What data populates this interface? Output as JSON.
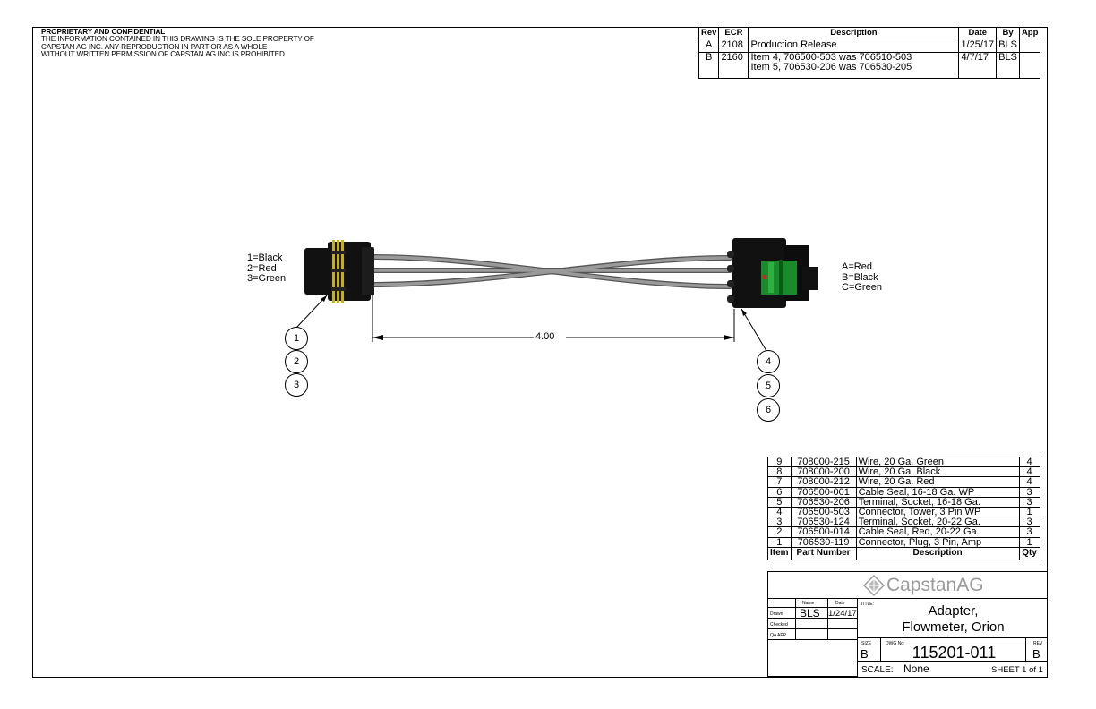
{
  "notice": {
    "heading": "PROPRIETARY AND CONFIDENTIAL",
    "lines": [
      "THE INFORMATION CONTAINED IN THIS DRAWING IS THE SOLE PROPERTY OF",
      "CAPSTAN AG INC. ANY REPRODUCTION IN PART OR AS A WHOLE",
      "WITHOUT WRITTEN PERMISSION OF CAPSTAN AG INC IS PROHIBITED"
    ]
  },
  "revisions": {
    "headers": [
      "Rev",
      "ECR",
      "Description",
      "Date",
      "By",
      "App"
    ],
    "rows": [
      {
        "rev": "A",
        "ecr": "2108",
        "desc1": "Production Release",
        "desc2": "",
        "date": "1/25/17",
        "by": "BLS",
        "app": ""
      },
      {
        "rev": "B",
        "ecr": "2160",
        "desc1": "Item 4, 706500-503 was 706510-503",
        "desc2": "Item 5, 706530-206 was 706530-205",
        "date": "4/7/17",
        "by": "BLS",
        "app": ""
      }
    ]
  },
  "drawing": {
    "left_pins": [
      "1=Black",
      "2=Red",
      "3=Green"
    ],
    "right_pins": [
      "A=Red",
      "B=Black",
      "C=Green"
    ],
    "dimension": "4.00",
    "balloons_left": [
      "1",
      "2",
      "3"
    ],
    "balloons_right": [
      "4",
      "5",
      "6"
    ]
  },
  "bom": {
    "headers": [
      "Item",
      "Part Number",
      "Description",
      "Qty"
    ],
    "rows": [
      {
        "item": "9",
        "part": "708000-215",
        "desc": "Wire, 20 Ga. Green",
        "qty": "4"
      },
      {
        "item": "8",
        "part": "708000-200",
        "desc": "Wire, 20 Ga. Black",
        "qty": "4"
      },
      {
        "item": "7",
        "part": "708000-212",
        "desc": "Wire, 20 Ga. Red",
        "qty": "4"
      },
      {
        "item": "6",
        "part": "706500-001",
        "desc": "Cable Seal, 16-18 Ga. WP",
        "qty": "3"
      },
      {
        "item": "5",
        "part": "706530-206",
        "desc": "Terminal, Socket, 16-18 Ga.",
        "qty": "3"
      },
      {
        "item": "4",
        "part": "706500-503",
        "desc": "Connector, Tower, 3 Pin WP",
        "qty": "1"
      },
      {
        "item": "3",
        "part": "706530-124",
        "desc": "Terminal, Socket, 20-22 Ga.",
        "qty": "3"
      },
      {
        "item": "2",
        "part": "706500-014",
        "desc": "Cable Seal, Red, 20-22 Ga.",
        "qty": "3"
      },
      {
        "item": "1",
        "part": "706530-119",
        "desc": "Connector, Plug, 3 Pin, Amp",
        "qty": "1"
      }
    ]
  },
  "title_block": {
    "logo_text": "CapstanAG",
    "name_label": "Name",
    "date_label": "Date",
    "drawn_label": "Drawn",
    "checked_label": "Checked",
    "qa_label": "QA APP",
    "drawn_name": "BLS",
    "drawn_date": "1/24/17",
    "title_label": "TITLE:",
    "title_line1": "Adapter,",
    "title_line2": "Flowmeter, Orion",
    "size_label": "SIZE",
    "size": "B",
    "dwg_label": "DWG No:",
    "dwg_no": "115201-011",
    "rev_label": "REV",
    "rev": "B",
    "scale_label": "SCALE:",
    "scale": "None",
    "sheet": "SHEET 1 of 1"
  },
  "colors": {
    "connector_body": "#111111",
    "terminal_yellow": "#c8b400",
    "tower_green": "#1a8a2a",
    "wire_gray": "#8a8a8a"
  }
}
